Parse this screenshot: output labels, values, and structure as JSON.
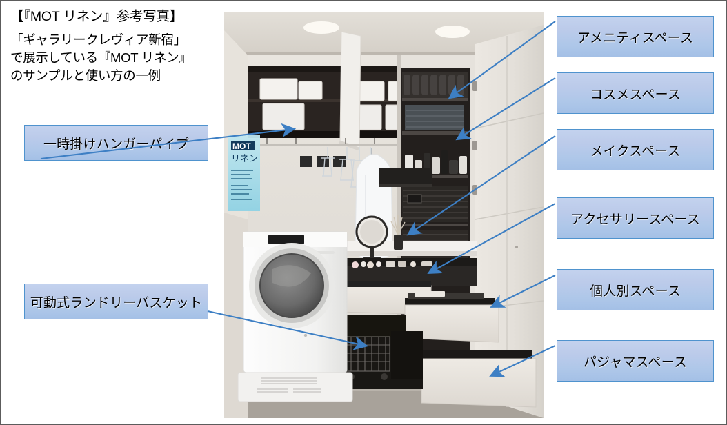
{
  "header": {
    "title": "【『MOT リネン』参考写真】",
    "sub_line1": "「ギャラリークレヴィア新宿」",
    "sub_line2": "で展示している『MOT リネン』",
    "sub_line3": "のサンプルと使い方の一例"
  },
  "left_callouts": [
    {
      "label": "一時掛けハンガーパイプ",
      "name": "callout-hanger-pipe"
    },
    {
      "label": "可動式ランドリーバスケット",
      "name": "callout-laundry-basket"
    }
  ],
  "right_callouts": [
    {
      "label": "アメニティスペース",
      "name": "callout-amenity-space"
    },
    {
      "label": "コスメスペース",
      "name": "callout-cosme-space"
    },
    {
      "label": "メイクスペース",
      "name": "callout-make-space"
    },
    {
      "label": "アクセサリースペース",
      "name": "callout-accessory-space"
    },
    {
      "label": "個人別スペース",
      "name": "callout-personal-space"
    },
    {
      "label": "パジャマスペース",
      "name": "callout-pajama-space"
    }
  ],
  "photo": {
    "alt": "MOT リネン 収納ユニット 参考写真",
    "signage_line1": "MOT",
    "signage_line2": "リネン"
  },
  "colors": {
    "callout_border": "#4f93ce",
    "callout_fill_top": "#c3d2ee",
    "callout_fill_bottom": "#a4c0e6",
    "arrow": "#3d7fc4",
    "page_border": "#5c5c5c"
  }
}
